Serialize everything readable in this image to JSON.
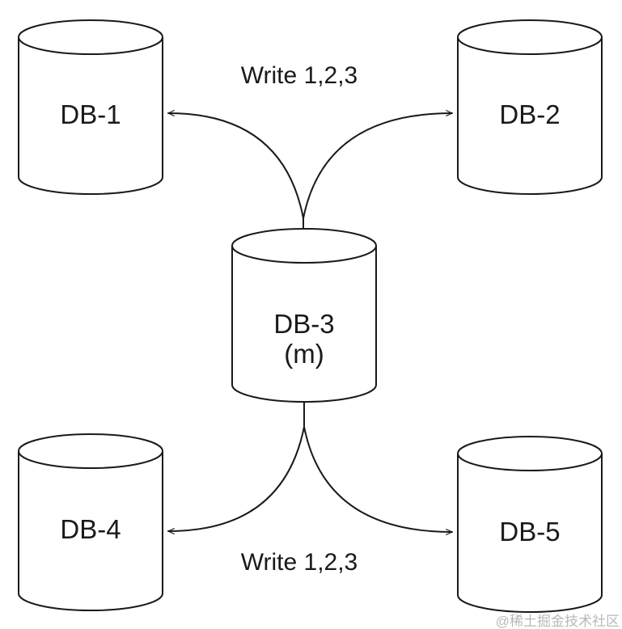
{
  "diagram": {
    "title_hint": "master-replica write replication diagram",
    "nodes": [
      {
        "id": "db1",
        "label": "DB-1",
        "role": "replica"
      },
      {
        "id": "db2",
        "label": "DB-2",
        "role": "replica"
      },
      {
        "id": "db3",
        "label": "DB-3",
        "sublabel": "(m)",
        "role": "master"
      },
      {
        "id": "db4",
        "label": "DB-4",
        "role": "replica"
      },
      {
        "id": "db5",
        "label": "DB-5",
        "role": "replica"
      }
    ],
    "edges": [
      {
        "from": "DB-3",
        "to": "DB-1"
      },
      {
        "from": "DB-3",
        "to": "DB-2"
      },
      {
        "from": "DB-3",
        "to": "DB-4"
      },
      {
        "from": "DB-3",
        "to": "DB-5"
      }
    ],
    "annotations": {
      "top": "Write 1,2,3",
      "bottom": "Write 1,2,3"
    },
    "watermark": "@稀土掘金技术社区",
    "colors": {
      "stroke": "#1a1a1a",
      "watermark": "#b9b9b9",
      "background": "#ffffff"
    }
  }
}
